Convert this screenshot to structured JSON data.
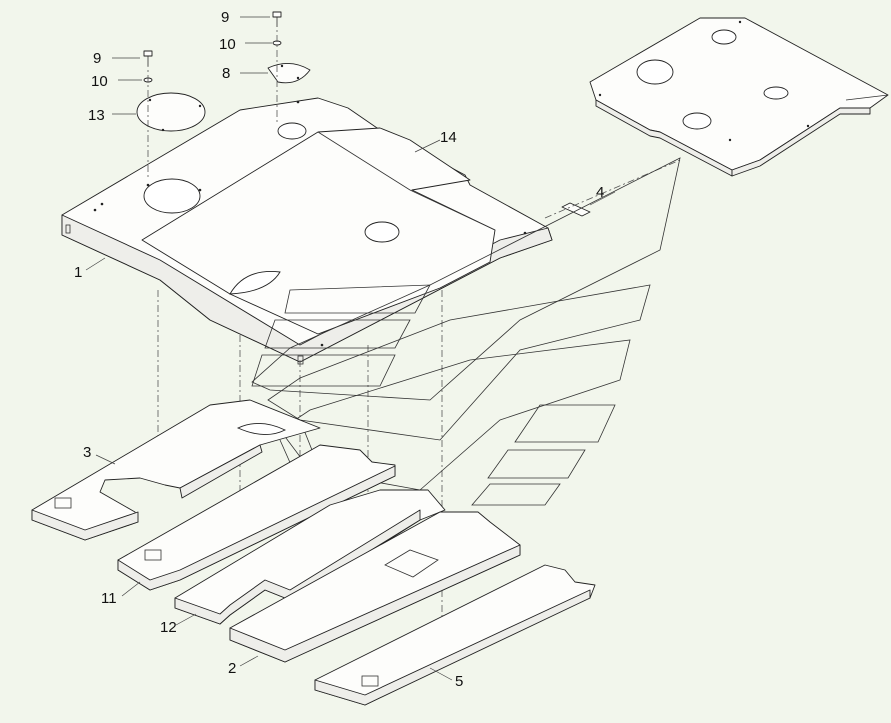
{
  "diagram": {
    "callouts": [
      {
        "id": "callout-9-left",
        "text": "9"
      },
      {
        "id": "callout-10-left",
        "text": "10"
      },
      {
        "id": "callout-13",
        "text": "13"
      },
      {
        "id": "callout-9-right",
        "text": "9"
      },
      {
        "id": "callout-10-right",
        "text": "10"
      },
      {
        "id": "callout-8",
        "text": "8"
      },
      {
        "id": "callout-14",
        "text": "14"
      },
      {
        "id": "callout-4",
        "text": "4"
      },
      {
        "id": "callout-1",
        "text": "1"
      },
      {
        "id": "callout-3",
        "text": "3"
      },
      {
        "id": "callout-11",
        "text": "11"
      },
      {
        "id": "callout-12",
        "text": "12"
      },
      {
        "id": "callout-2",
        "text": "2"
      },
      {
        "id": "callout-5",
        "text": "5"
      }
    ],
    "colors": {
      "background": "#f2f6ec",
      "line": "#222222",
      "fill": "#fdfdfb"
    }
  }
}
